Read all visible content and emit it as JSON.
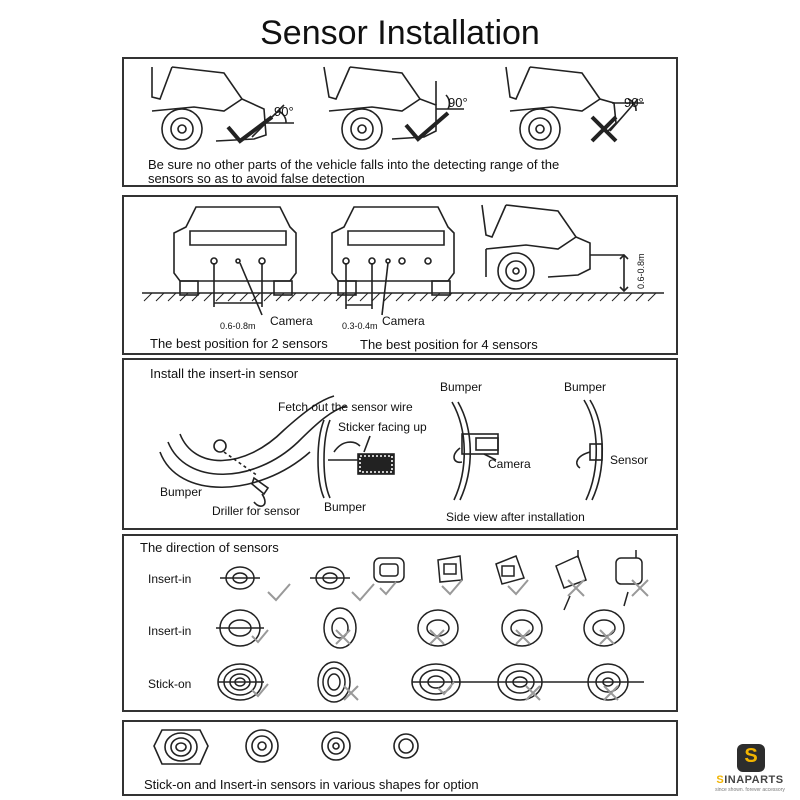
{
  "title": "Sensor Installation",
  "panel1": {
    "angle_labels": [
      "90°",
      "90°",
      "90°"
    ],
    "caption_line1": "Be sure no other parts of the vehicle falls into the detecting range of the",
    "caption_line2": "sensors so as to avoid false detection"
  },
  "panel2": {
    "dim_2sensors": "0.6-0.8m",
    "camera_left": "Camera",
    "dim_4sensors": "0.3-0.4m",
    "camera_right": "Camera",
    "height_dim": "0.6-0.8m",
    "caption_left": "The best position for 2 sensors",
    "caption_right": "The best position for 4 sensors"
  },
  "panel3": {
    "heading": "Install the insert-in sensor",
    "fetch_label": "Fetch out the sensor wire",
    "sticker_label": "Sticker facing up",
    "bumper_left": "Bumper",
    "driller_label": "Driller for sensor",
    "bumper_mid": "Bumper",
    "bumper_top_1": "Bumper",
    "bumper_top_2": "Bumper",
    "camera_label": "Camera",
    "sensor_label": "Sensor",
    "side_view_label": "Side view after installation"
  },
  "panel4": {
    "heading": "The direction of sensors",
    "row_labels": [
      "Insert-in",
      "Insert-in",
      "Stick-on"
    ]
  },
  "panel5": {
    "caption": "Stick-on and Insert-in sensors in various shapes for option"
  },
  "logo": {
    "initial": "S",
    "name_first": "S",
    "name_rest": "INAPARTS",
    "tagline": "since shown. forever accessory",
    "accent_color": "#f2b400",
    "mark_color": "#2d2d2d"
  }
}
